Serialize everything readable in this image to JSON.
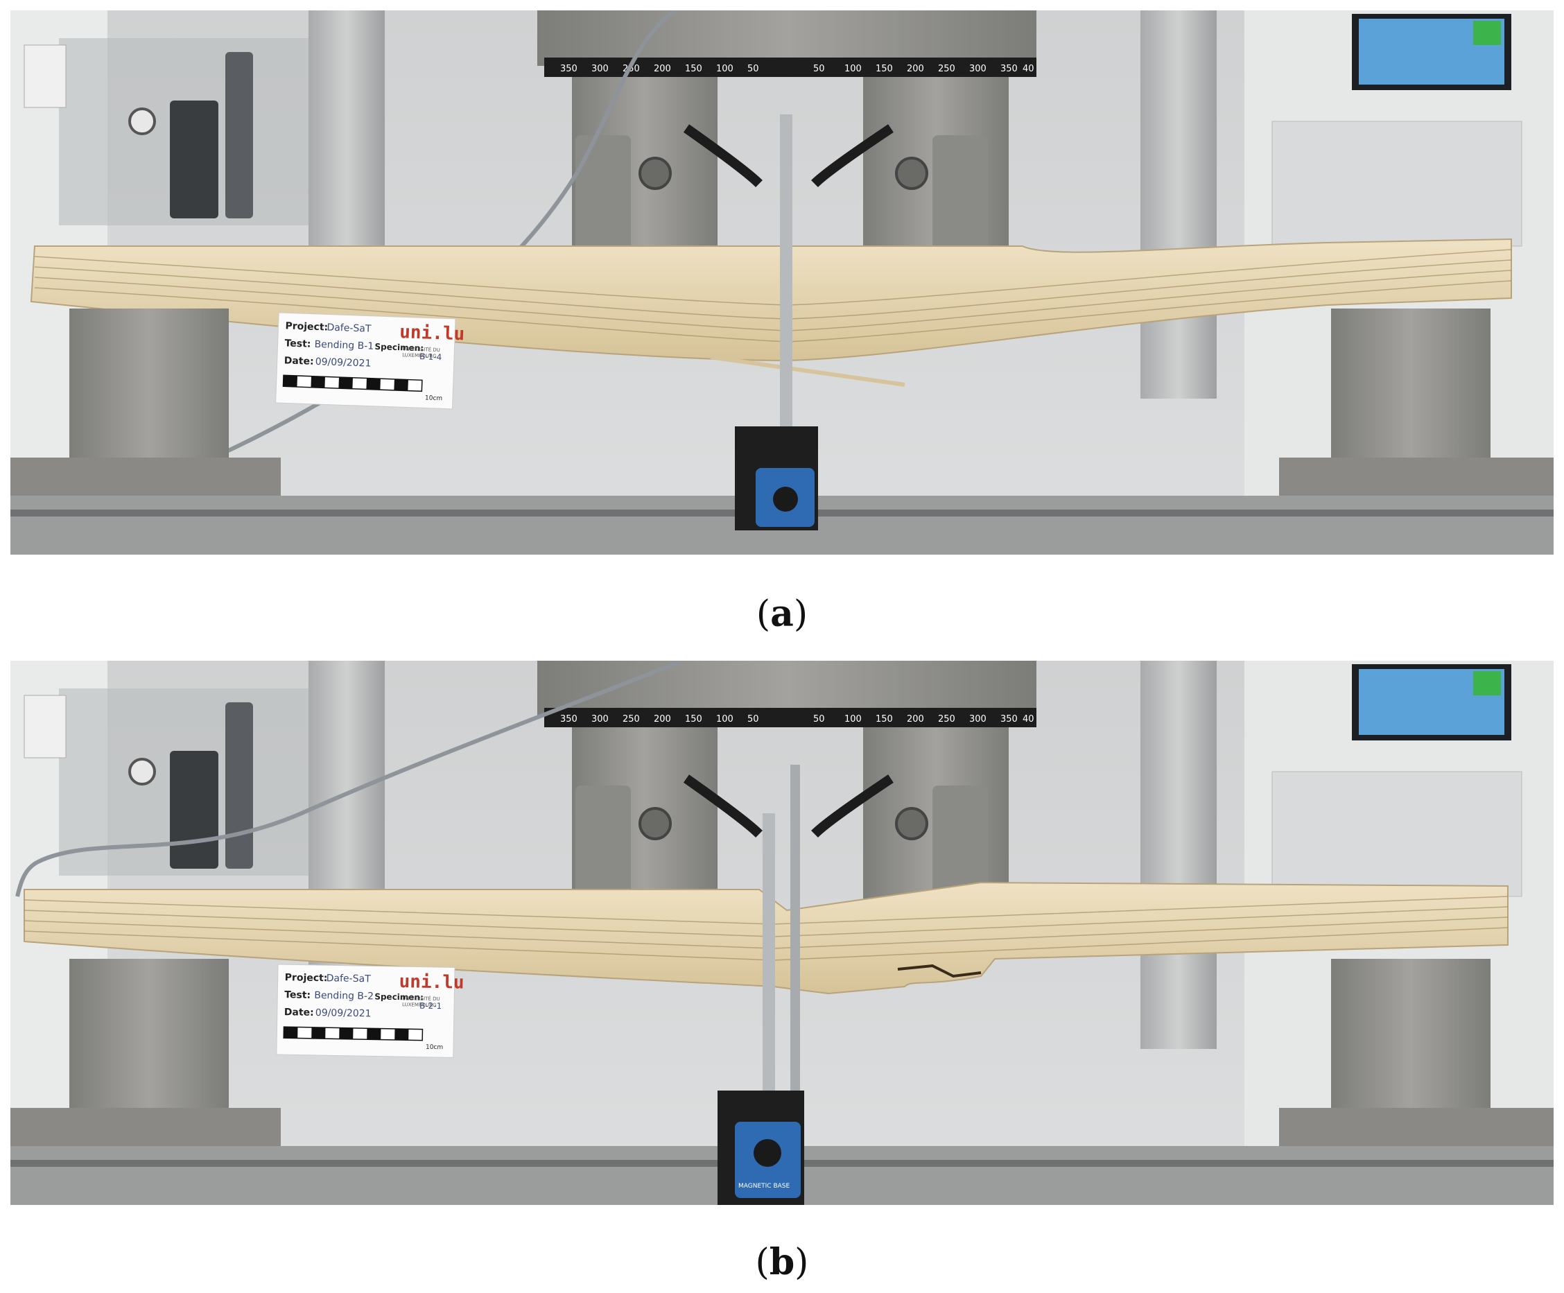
{
  "figure": {
    "panels": [
      {
        "id": "a",
        "caption": "a",
        "label_card": {
          "project_label": "Project:",
          "project_value": "Dafe-SaT",
          "test_label": "Test:",
          "test_value": "Bending B-1",
          "specimen_label": "Specimen:",
          "specimen_value": "B-1-4",
          "date_label": "Date:",
          "date_value": "09/09/2021",
          "logo": "uni.lu",
          "logo_sub1": "UNIVERSITÉ DU",
          "logo_sub2": "LUXEMBOURG",
          "scale_unit": "10cm"
        },
        "scale_ticks": [
          "350",
          "300",
          "250",
          "200",
          "150",
          "100",
          "50",
          "50",
          "100",
          "150",
          "200",
          "250",
          "300",
          "350",
          "40"
        ]
      },
      {
        "id": "b",
        "caption": "b",
        "label_card": {
          "project_label": "Project:",
          "project_value": "Dafe-SaT",
          "test_label": "Test:",
          "test_value": "Bending B-2",
          "specimen_label": "Specimen:",
          "specimen_value": "B-2-1",
          "date_label": "Date:",
          "date_value": "09/09/2021",
          "logo": "uni.lu",
          "logo_sub1": "UNIVERSITÉ DU",
          "logo_sub2": "LUXEMBOURG",
          "scale_unit": "10cm",
          "magnetic_base": "MAGNETIC BASE"
        },
        "scale_ticks": [
          "350",
          "300",
          "250",
          "200",
          "150",
          "100",
          "50",
          "50",
          "100",
          "150",
          "200",
          "250",
          "300",
          "350",
          "40"
        ]
      }
    ],
    "colors": {
      "background_wall": "#d8dadb",
      "steel": "#8f8f8c",
      "plywood": "#e3d2ad",
      "column": "#c3c4c4",
      "label_card": "#fbfbfb",
      "logo_blue": "#2a6fb8",
      "logo_red": "#c0392b"
    }
  }
}
